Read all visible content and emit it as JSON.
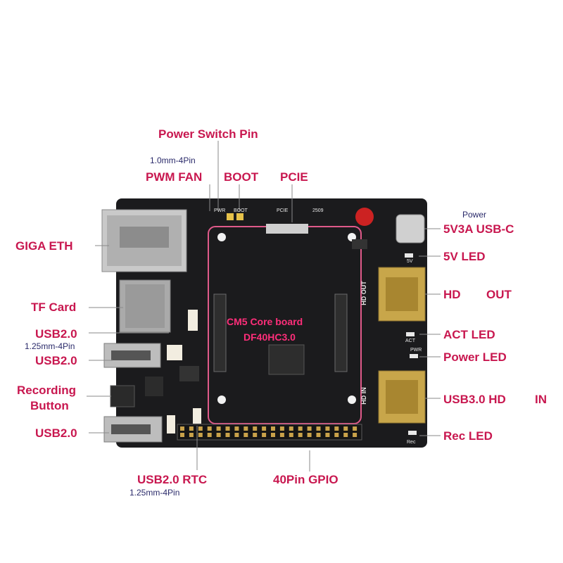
{
  "callouts": {
    "power_switch_pin": "Power  Switch Pin",
    "fan_spec": "1.0mm-4Pin",
    "pwm_fan": "PWM FAN",
    "boot": "BOOT",
    "pcie": "PCIE",
    "giga_eth": "GIGA ETH",
    "tf_card": "TF Card",
    "usb20_top": "USB2.0",
    "usb20_top_spec": "1.25mm-4Pin",
    "usb20_mid": "USB2.0",
    "recording_button_1": "Recording",
    "recording_button_2": "Button",
    "usb20_bottom": "USB2.0",
    "usb20_rtc": "USB2.0 RTC",
    "rtc_spec": "1.25mm-4Pin",
    "gpio_40pin": "40Pin GPIO",
    "power_small": "Power",
    "usb_c": "5V3A USB-C",
    "led_5v": "5V LED",
    "hd_out_1": "HD",
    "hd_out_2": "OUT",
    "act_led": "ACT LED",
    "power_led": "Power LED",
    "usb30_hd_in_1": "USB3.0 HD",
    "usb30_hd_in_2": "IN",
    "rec_led": "Rec LED"
  },
  "silkscreen": {
    "core_board_1": "CM5 Core board",
    "core_board_2": "DF40HC3.0",
    "pcie": "PCIE",
    "pwr": "PWR",
    "boot": "BOOT",
    "act": "ACT",
    "pwr_led": "PWR",
    "led_5v": "5V",
    "rec": "Rec",
    "hd_out": "HD  OUT",
    "hd_in": "HD  IN",
    "date": "2509"
  },
  "colors": {
    "accent": "#c8174f",
    "board": "#1b1b1d",
    "sub_text": "#2a2a6a"
  }
}
